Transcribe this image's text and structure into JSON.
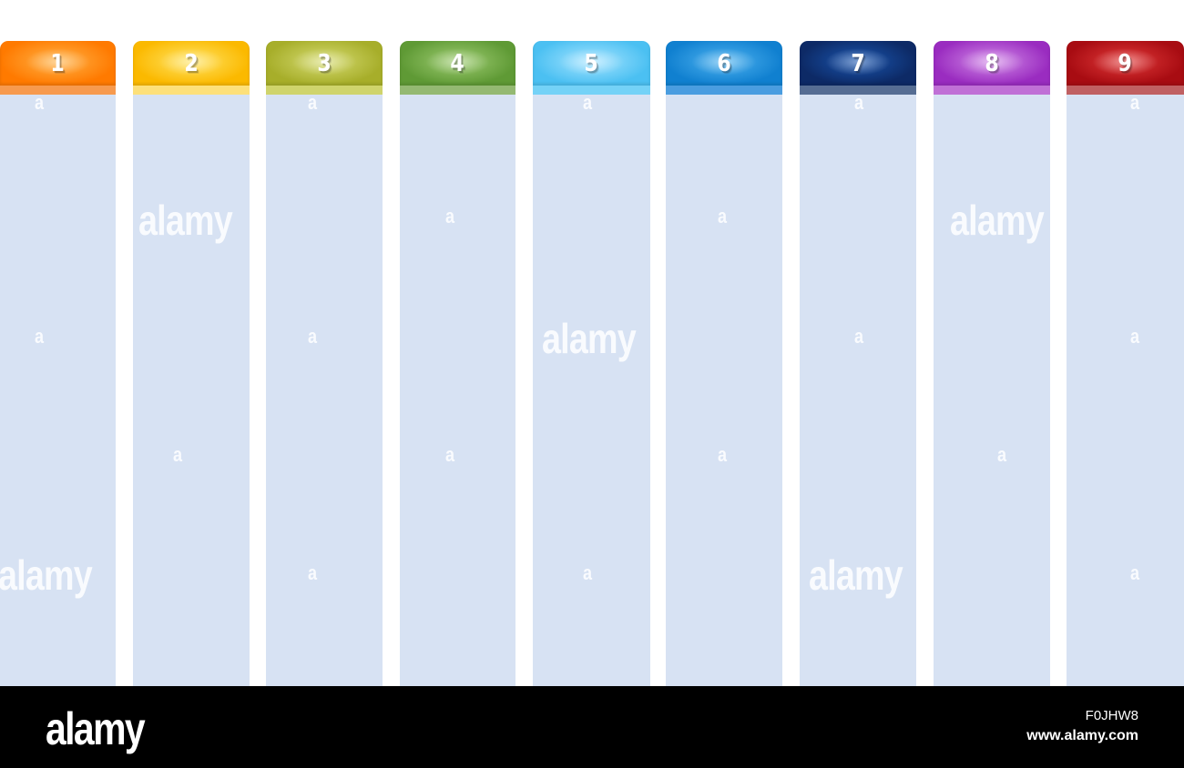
{
  "columns": [
    {
      "label": "1",
      "color": "#ff7a00",
      "light": "#ffb347",
      "lip": "#f79a4e"
    },
    {
      "label": "2",
      "color": "#fbb900",
      "light": "#ffe566",
      "lip": "#fde07a"
    },
    {
      "label": "3",
      "color": "#a7ae2a",
      "light": "#d6dc72",
      "lip": "#cfd46c"
    },
    {
      "label": "4",
      "color": "#5f9a35",
      "light": "#9fcd72",
      "lip": "#94b972"
    },
    {
      "label": "5",
      "color": "#4bc0f2",
      "light": "#a6e4ff",
      "lip": "#74d2f7"
    },
    {
      "label": "6",
      "color": "#1080d0",
      "light": "#4fb3f0",
      "lip": "#4a9de0"
    },
    {
      "label": "7",
      "color": "#0d2a66",
      "light": "#1a56b0",
      "lip": "#566d93"
    },
    {
      "label": "8",
      "color": "#9a2cc0",
      "light": "#d28ae8",
      "lip": "#c070d6"
    },
    {
      "label": "9",
      "color": "#a80c12",
      "light": "#e23a3a",
      "lip": "#c06062"
    }
  ],
  "watermark": {
    "big": "alamy",
    "small": "a"
  },
  "footer": {
    "brand": "alamy",
    "image_code": "F0JHW8",
    "url": "www.alamy.com"
  }
}
